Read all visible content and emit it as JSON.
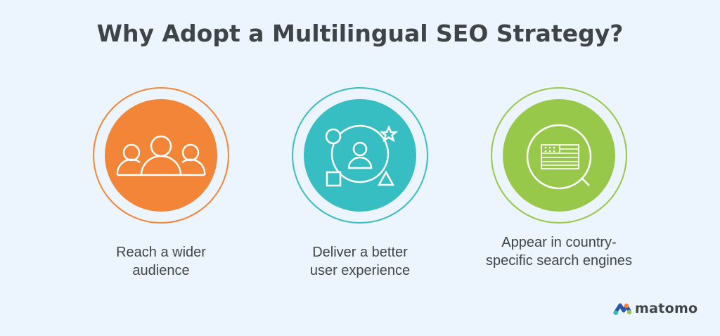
{
  "title": "Why Adopt a Multilingual SEO Strategy?",
  "colors": {
    "background": "#ecf4fd",
    "orange": "#f28537",
    "teal": "#37bec2",
    "green": "#97c84a",
    "text": "#3e4447"
  },
  "cards": [
    {
      "icon": "group-of-people-icon",
      "label_line1": "Reach a wider",
      "label_line2": "audience"
    },
    {
      "icon": "user-with-shapes-icon",
      "label_line1": "Deliver a better",
      "label_line2": "user experience"
    },
    {
      "icon": "flag-magnifier-icon",
      "label_line1": "Appear in country-",
      "label_line2": "specific search engines"
    }
  ],
  "logo": {
    "text": "matomo"
  }
}
